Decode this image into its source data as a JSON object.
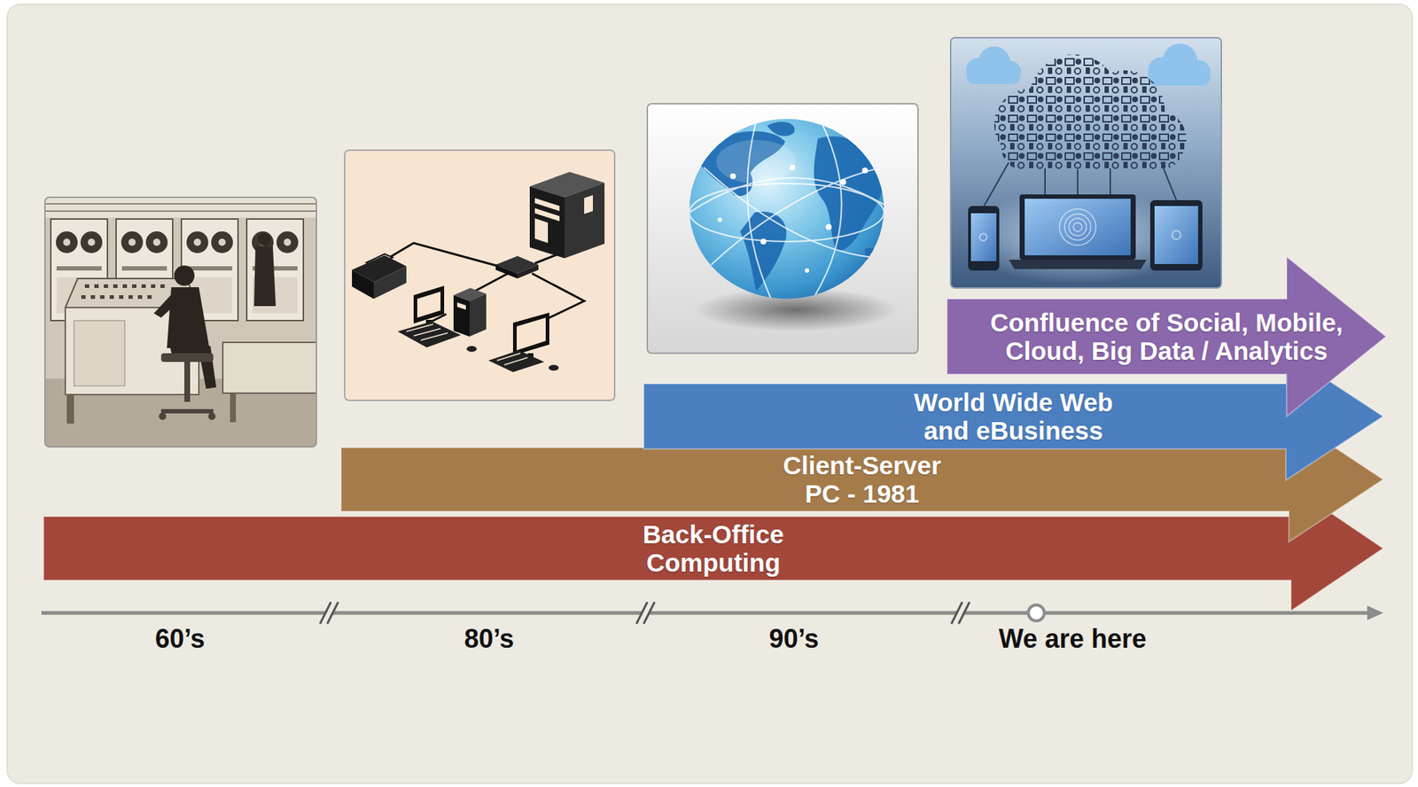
{
  "diagram": {
    "nodes": [
      {
        "text": [
          "Back-Office Computing"
        ]
      },
      {
        "text": [
          "Client-Server PC - 1981"
        ]
      },
      {
        "text": [
          "World Wide Web and eBusiness"
        ]
      },
      {
        "text": [
          "Confluence of Social, Mobile, Cloud, Big Data / Analytics"
        ]
      }
    ],
    "labels": [
      "60’s",
      "80’s",
      "90’s",
      "We are here"
    ]
  }
}
